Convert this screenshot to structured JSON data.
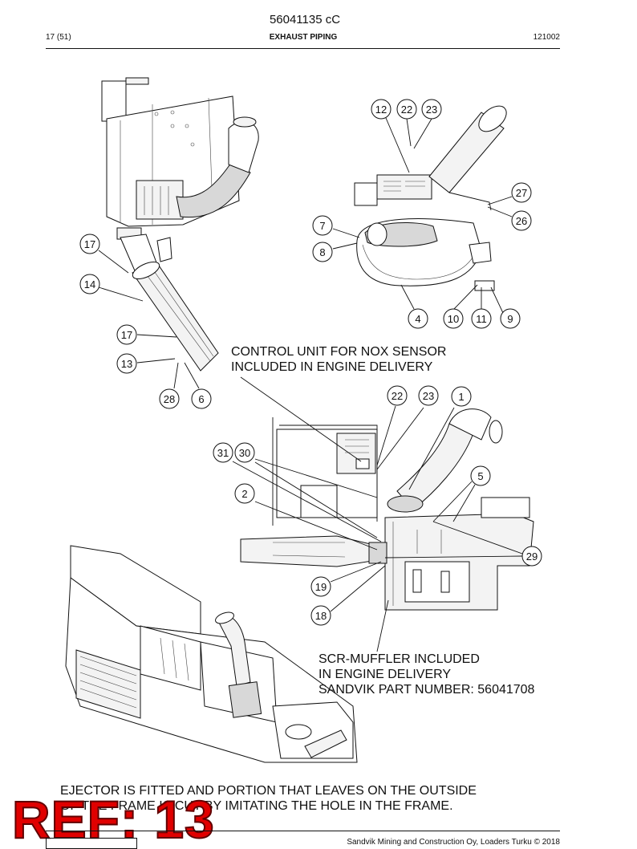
{
  "header": {
    "document_number": "56041135 cC",
    "page": "17 (51)",
    "section_title": "EXHAUST PIPING",
    "code": "121002"
  },
  "notes": {
    "nox_line1": "CONTROL UNIT FOR NOX SENSOR",
    "nox_line2": "INCLUDED IN ENGINE DELIVERY",
    "scr_line1": "SCR-MUFFLER INCLUDED",
    "scr_line2": "IN ENGINE DELIVERY",
    "scr_line3": "SANDVIK PART NUMBER: 56041708",
    "ejector_line1": "EJECTOR IS FITTED AND PORTION THAT LEAVES ON THE OUTSIDE",
    "ejector_line2": "OF THE FRAME IS CUT BY IMITATING THE HOLE IN THE FRAME."
  },
  "ref_tag": "REF: 13",
  "footer": {
    "copyright": "Sandvik Mining and Construction Oy, Loaders Turku © 2018"
  },
  "callouts": {
    "c12": "12",
    "c22a": "22",
    "c23a": "23",
    "c27": "27",
    "c26": "26",
    "c7": "7",
    "c8": "8",
    "c4": "4",
    "c10": "10",
    "c11": "11",
    "c9": "9",
    "c17a": "17",
    "c14": "14",
    "c17b": "17",
    "c13": "13",
    "c28": "28",
    "c6": "6",
    "c22b": "22",
    "c23b": "23",
    "c1": "1",
    "c31": "31",
    "c30": "30",
    "c5": "5",
    "c2": "2",
    "c29": "29",
    "c19": "19",
    "c18": "18"
  },
  "colors": {
    "ref_tag": "#e00000"
  }
}
